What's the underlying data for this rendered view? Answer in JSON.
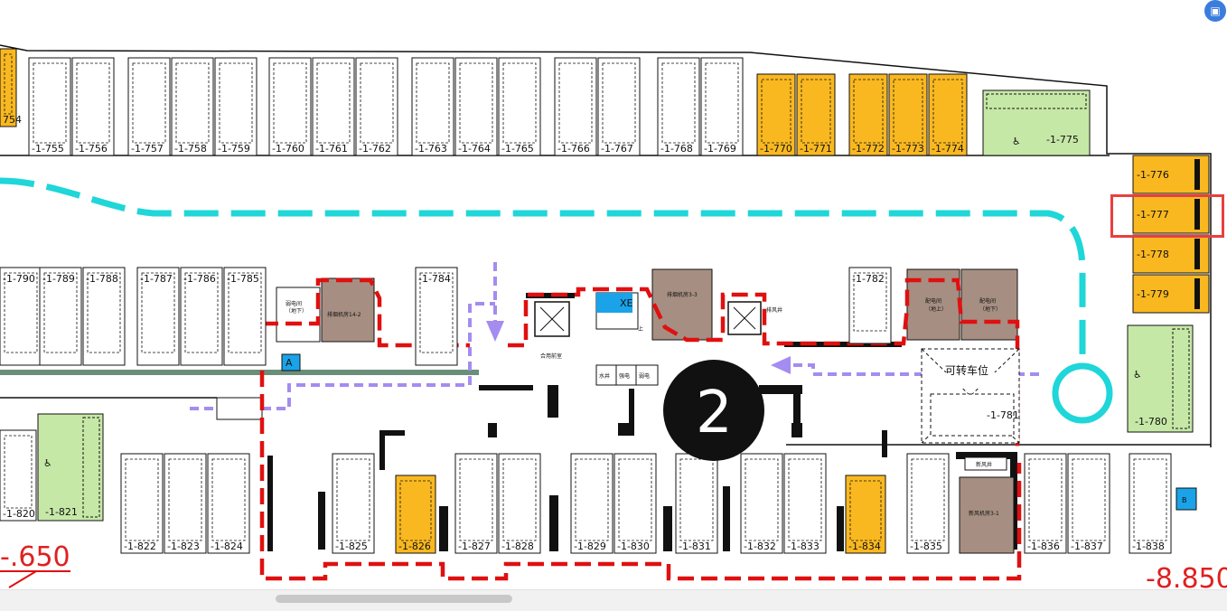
{
  "colors": {
    "orange": "#f9b820",
    "green": "#c6e8a7",
    "brown": "#a68f82",
    "cyan": "#1fd6d9",
    "purple": "#a48cf0",
    "red": "#e01010",
    "line": "#111111"
  },
  "top_row_left": [
    "-1-755",
    "-1-756",
    "-1-757",
    "-1-758",
    "-1-759",
    "-1-760",
    "-1-761",
    "-1-762",
    "-1-763",
    "-1-764",
    "-1-765",
    "-1-766",
    "-1-767",
    "-1-768",
    "-1-769"
  ],
  "top_row_orange": [
    "-1-770",
    "-1-771",
    "-1-772",
    "-1-773",
    "-1-774"
  ],
  "top_partial": "754",
  "accessible_top": "-1-775",
  "right_column": [
    "-1-776",
    "-1-777",
    "-1-778",
    "-1-779"
  ],
  "accessible_right": "-1-780",
  "mid_row_left": [
    "-1-790",
    "-1-789",
    "-1-788",
    "-1-787",
    "-1-786",
    "-1-785"
  ],
  "mid_single": [
    "-1-784",
    "-1-782"
  ],
  "flex_space_label": "可转车位",
  "flex_space_number": "-1-781",
  "accessible_bottom_left": "-1-821",
  "bottom_partial": "-1-820",
  "bottom_row": [
    "-1-822",
    "-1-823",
    "-1-824",
    "-1-825",
    "-1-826",
    "-1-827",
    "-1-828",
    "-1-829",
    "-1-830",
    "-1-831",
    "-1-832",
    "-1-833",
    "-1-834",
    "-1-835",
    "-1-836",
    "-1-837",
    "-1-838"
  ],
  "rooms": {
    "fan_room_14_2": "排烟机房14-2",
    "fan_room_3_3": "排烟机房3-3",
    "fan_room_3_1": "新风机房3-1",
    "power_room_up": "配电间",
    "power_room_up_sub": "（地上）",
    "power_room_down": "配电间",
    "power_room_down_sub": "（地下）",
    "mech_room": "弱电间",
    "mech_room_sub": "（地下）",
    "lobby": "合用前室",
    "room_a": "水井",
    "room_b": "强电",
    "room_c": "弱电",
    "shaft_label": "排风井",
    "fresh_shaft": "新风井",
    "xe_label": "XE",
    "up_mark": "上"
  },
  "zone_number": "2",
  "elevation_left": "-.650",
  "elevation_right": "-8.850",
  "markers": {
    "a": "A",
    "b": "B"
  },
  "corner_button_icon": "dock-icon"
}
